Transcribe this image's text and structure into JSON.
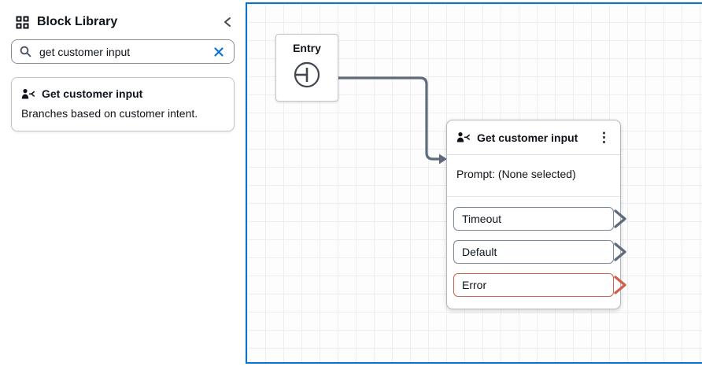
{
  "colors": {
    "accent_blue": "#0972d3",
    "connector_gray": "#5f6b7a",
    "branch_border_gray": "#7d8998",
    "error_red": "#d0604f"
  },
  "sidebar": {
    "title": "Block Library",
    "search": {
      "value": "get customer input"
    },
    "card": {
      "title": "Get customer input",
      "description": "Branches based on customer intent."
    }
  },
  "canvas": {
    "entry": {
      "title": "Entry"
    },
    "block": {
      "title": "Get customer input",
      "prompt": "Prompt: (None selected)",
      "menu_icon": "⋮",
      "branches": [
        {
          "label": "Timeout",
          "kind": "normal"
        },
        {
          "label": "Default",
          "kind": "normal"
        },
        {
          "label": "Error",
          "kind": "error"
        }
      ]
    }
  }
}
